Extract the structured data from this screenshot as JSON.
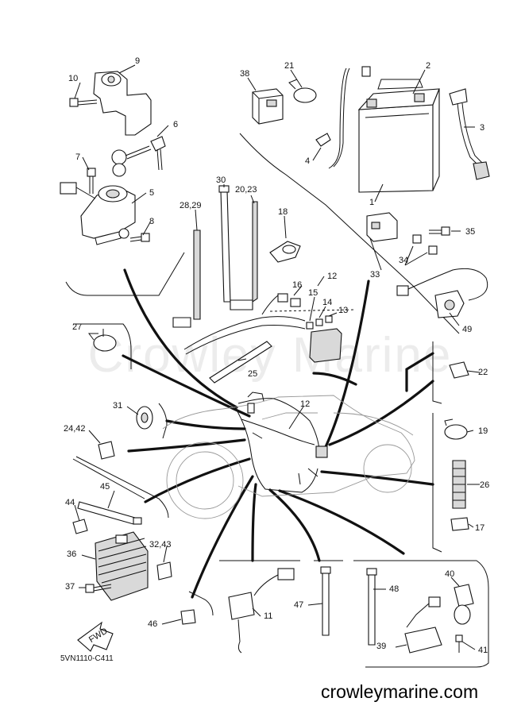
{
  "diagram": {
    "drawing_code": "5VN1110-C411",
    "watermark": "Crowley Marine",
    "website": "crowleymarine.com",
    "fwd_label": "FWD",
    "callouts": [
      "1",
      "2",
      "3",
      "4",
      "5",
      "6",
      "7",
      "8",
      "9",
      "10",
      "11",
      "12",
      "12",
      "13",
      "14",
      "15",
      "16",
      "17",
      "18",
      "19",
      "20,23",
      "21",
      "22",
      "24,42",
      "25",
      "26",
      "27",
      "28,29",
      "30",
      "31",
      "32,43",
      "33",
      "34",
      "35",
      "36",
      "37",
      "38",
      "39",
      "40",
      "41",
      "44",
      "45",
      "46",
      "47",
      "48",
      "49"
    ]
  }
}
